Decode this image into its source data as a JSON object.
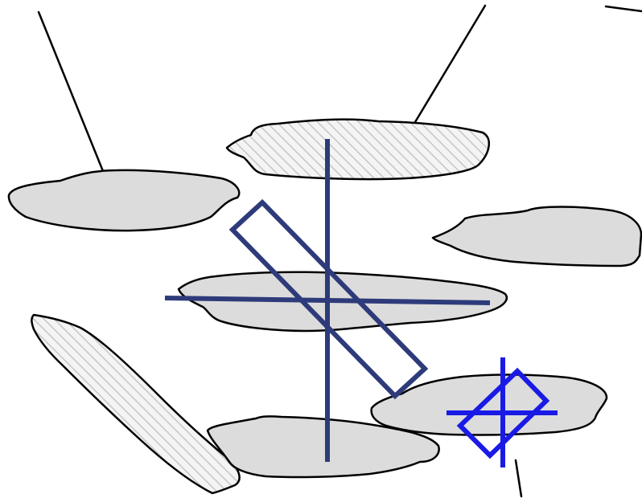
{
  "colors": {
    "background": "#ffffff",
    "outline": "#000000",
    "solid_fill": "#dcdcdc",
    "hatch_background": "#f4f4f4",
    "hatch_line": "#c6c6c6",
    "large_marker": "#2e3b7a",
    "small_marker": "#1a1ae6"
  },
  "shapes": [
    {
      "name": "top-hatched-blob",
      "fill": "hatched"
    },
    {
      "name": "left-blob",
      "fill": "solid"
    },
    {
      "name": "right-blob",
      "fill": "solid"
    },
    {
      "name": "center-blob",
      "fill": "solid"
    },
    {
      "name": "diagonal-hatched-blob",
      "fill": "hatched"
    },
    {
      "name": "bottom-blob",
      "fill": "solid"
    },
    {
      "name": "bottom-right-blob",
      "fill": "solid"
    }
  ],
  "markers": [
    {
      "name": "large-cross-marker",
      "style": "cross with rotated rectangle"
    },
    {
      "name": "small-cross-marker",
      "style": "cross with rotated square"
    }
  ]
}
